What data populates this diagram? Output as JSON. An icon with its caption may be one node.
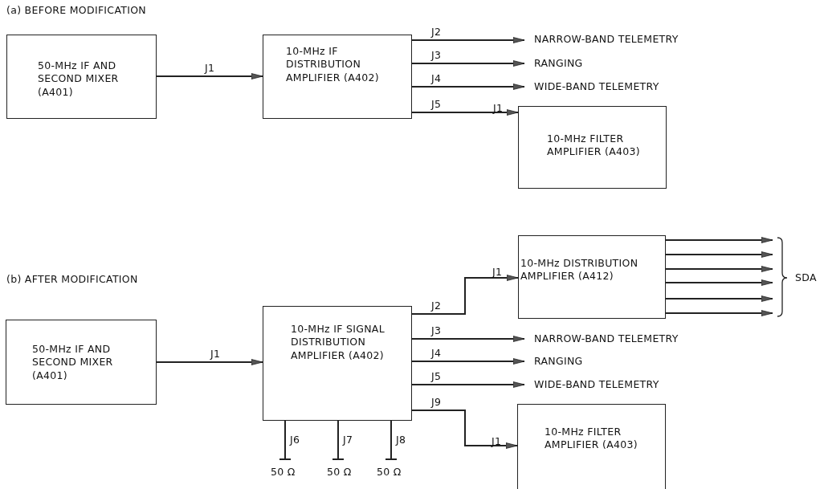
{
  "diagram": {
    "nodes": [
      {
        "text": [
          "50-MHz IF AND SECOND MIXER (A401)"
        ]
      },
      {
        "text": [
          "10-MHz IF DISTRIBUTION AMPLIFIER (A402)"
        ]
      },
      {
        "text": [
          "NARROW-BAND TELEMETRY"
        ]
      },
      {
        "text": [
          "RANGING"
        ]
      },
      {
        "text": [
          "WIDE-BAND TELEMETRY"
        ]
      },
      {
        "text": [
          "10-MHz FILTER AMPLIFIER (A403)"
        ],
        "beside": [
          "J1"
        ]
      },
      {
        "text": [
          "50-MHz IF AND SECOND MIXER (A401)"
        ]
      },
      {
        "text": [
          "10-MHz IF SIGNAL DISTRIBUTION AMPLIFIER (A402)"
        ]
      },
      {
        "text": [
          "10-MHz DISTRIBUTION AMPLIFIER (A412)"
        ],
        "beside": [
          "J1"
        ]
      },
      {
        "text": [
          "NARROW-BAND TELEMETRY"
        ]
      },
      {
        "text": [
          "RANGING"
        ]
      },
      {
        "text": [
          "WIDE-BAND TELEMETRY"
        ]
      },
      {
        "text": [
          "10-MHz FILTER AMPLIFIER (A403)"
        ],
        "beside": [
          "J1"
        ]
      },
      {
        "text": [
          "50 Ω"
        ]
      },
      {
        "text": [
          "50 Ω"
        ]
      },
      {
        "text": [
          "50 Ω"
        ]
      }
    ],
    "edges": [
      {
        "from": 0,
        "to": 1,
        "arrow": "to",
        "label": "J1"
      },
      {
        "from": 1,
        "to": 2,
        "arrow": "to",
        "label": "J2"
      },
      {
        "from": 1,
        "to": 3,
        "arrow": "to",
        "label": "J3"
      },
      {
        "from": 1,
        "to": 4,
        "arrow": "to",
        "label": "J4"
      },
      {
        "from": 1,
        "to": 5,
        "arrow": "to",
        "label": "J5"
      },
      {
        "from": 6,
        "to": 7,
        "arrow": "to",
        "label": "J1"
      },
      {
        "from": 7,
        "to": 8,
        "arrow": "to",
        "label": "J2"
      },
      {
        "from": 7,
        "to": 9,
        "arrow": "to",
        "label": "J3"
      },
      {
        "from": 7,
        "to": 10,
        "arrow": "to",
        "label": "J4"
      },
      {
        "from": 7,
        "to": 11,
        "arrow": "to",
        "label": "J5"
      },
      {
        "from": 7,
        "to": 12,
        "arrow": "to",
        "label": "J9"
      },
      {
        "from": 7,
        "to": 13,
        "arrow": "other",
        "label": "J6"
      },
      {
        "from": 7,
        "to": 14,
        "arrow": "other",
        "label": "J7"
      },
      {
        "from": 7,
        "to": 15,
        "arrow": "other",
        "label": "J8"
      },
      {
        "from": 8,
        "to": null,
        "arrow": "to"
      },
      {
        "from": 8,
        "to": null,
        "arrow": "to"
      },
      {
        "from": 8,
        "to": null,
        "arrow": "to"
      },
      {
        "from": 8,
        "to": null,
        "arrow": "to"
      },
      {
        "from": 8,
        "to": null,
        "arrow": "to"
      },
      {
        "from": 8,
        "to": null,
        "arrow": "to"
      }
    ],
    "labels": [
      "(a) BEFORE MODIFICATION",
      "(b) AFTER MODIFICATION",
      "SDA"
    ]
  }
}
